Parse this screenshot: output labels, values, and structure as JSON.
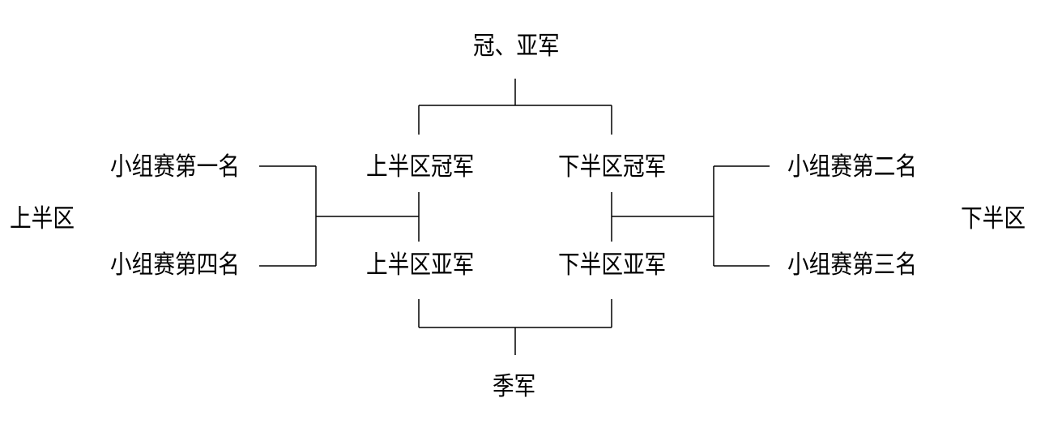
{
  "diagram": {
    "final_label": "冠、亚军",
    "third_place_label": "季军",
    "left_side_label": "上半区",
    "right_side_label": "下半区",
    "group_first": "小组赛第一名",
    "group_fourth": "小组赛第四名",
    "group_second": "小组赛第二名",
    "group_third": "小组赛第三名",
    "upper_champion": "上半区冠军",
    "upper_runner_up": "上半区亚军",
    "lower_champion": "下半区冠军",
    "lower_runner_up": "下半区亚军",
    "line_color": "#000000",
    "text_color": "#000000",
    "background_color": "#ffffff"
  }
}
